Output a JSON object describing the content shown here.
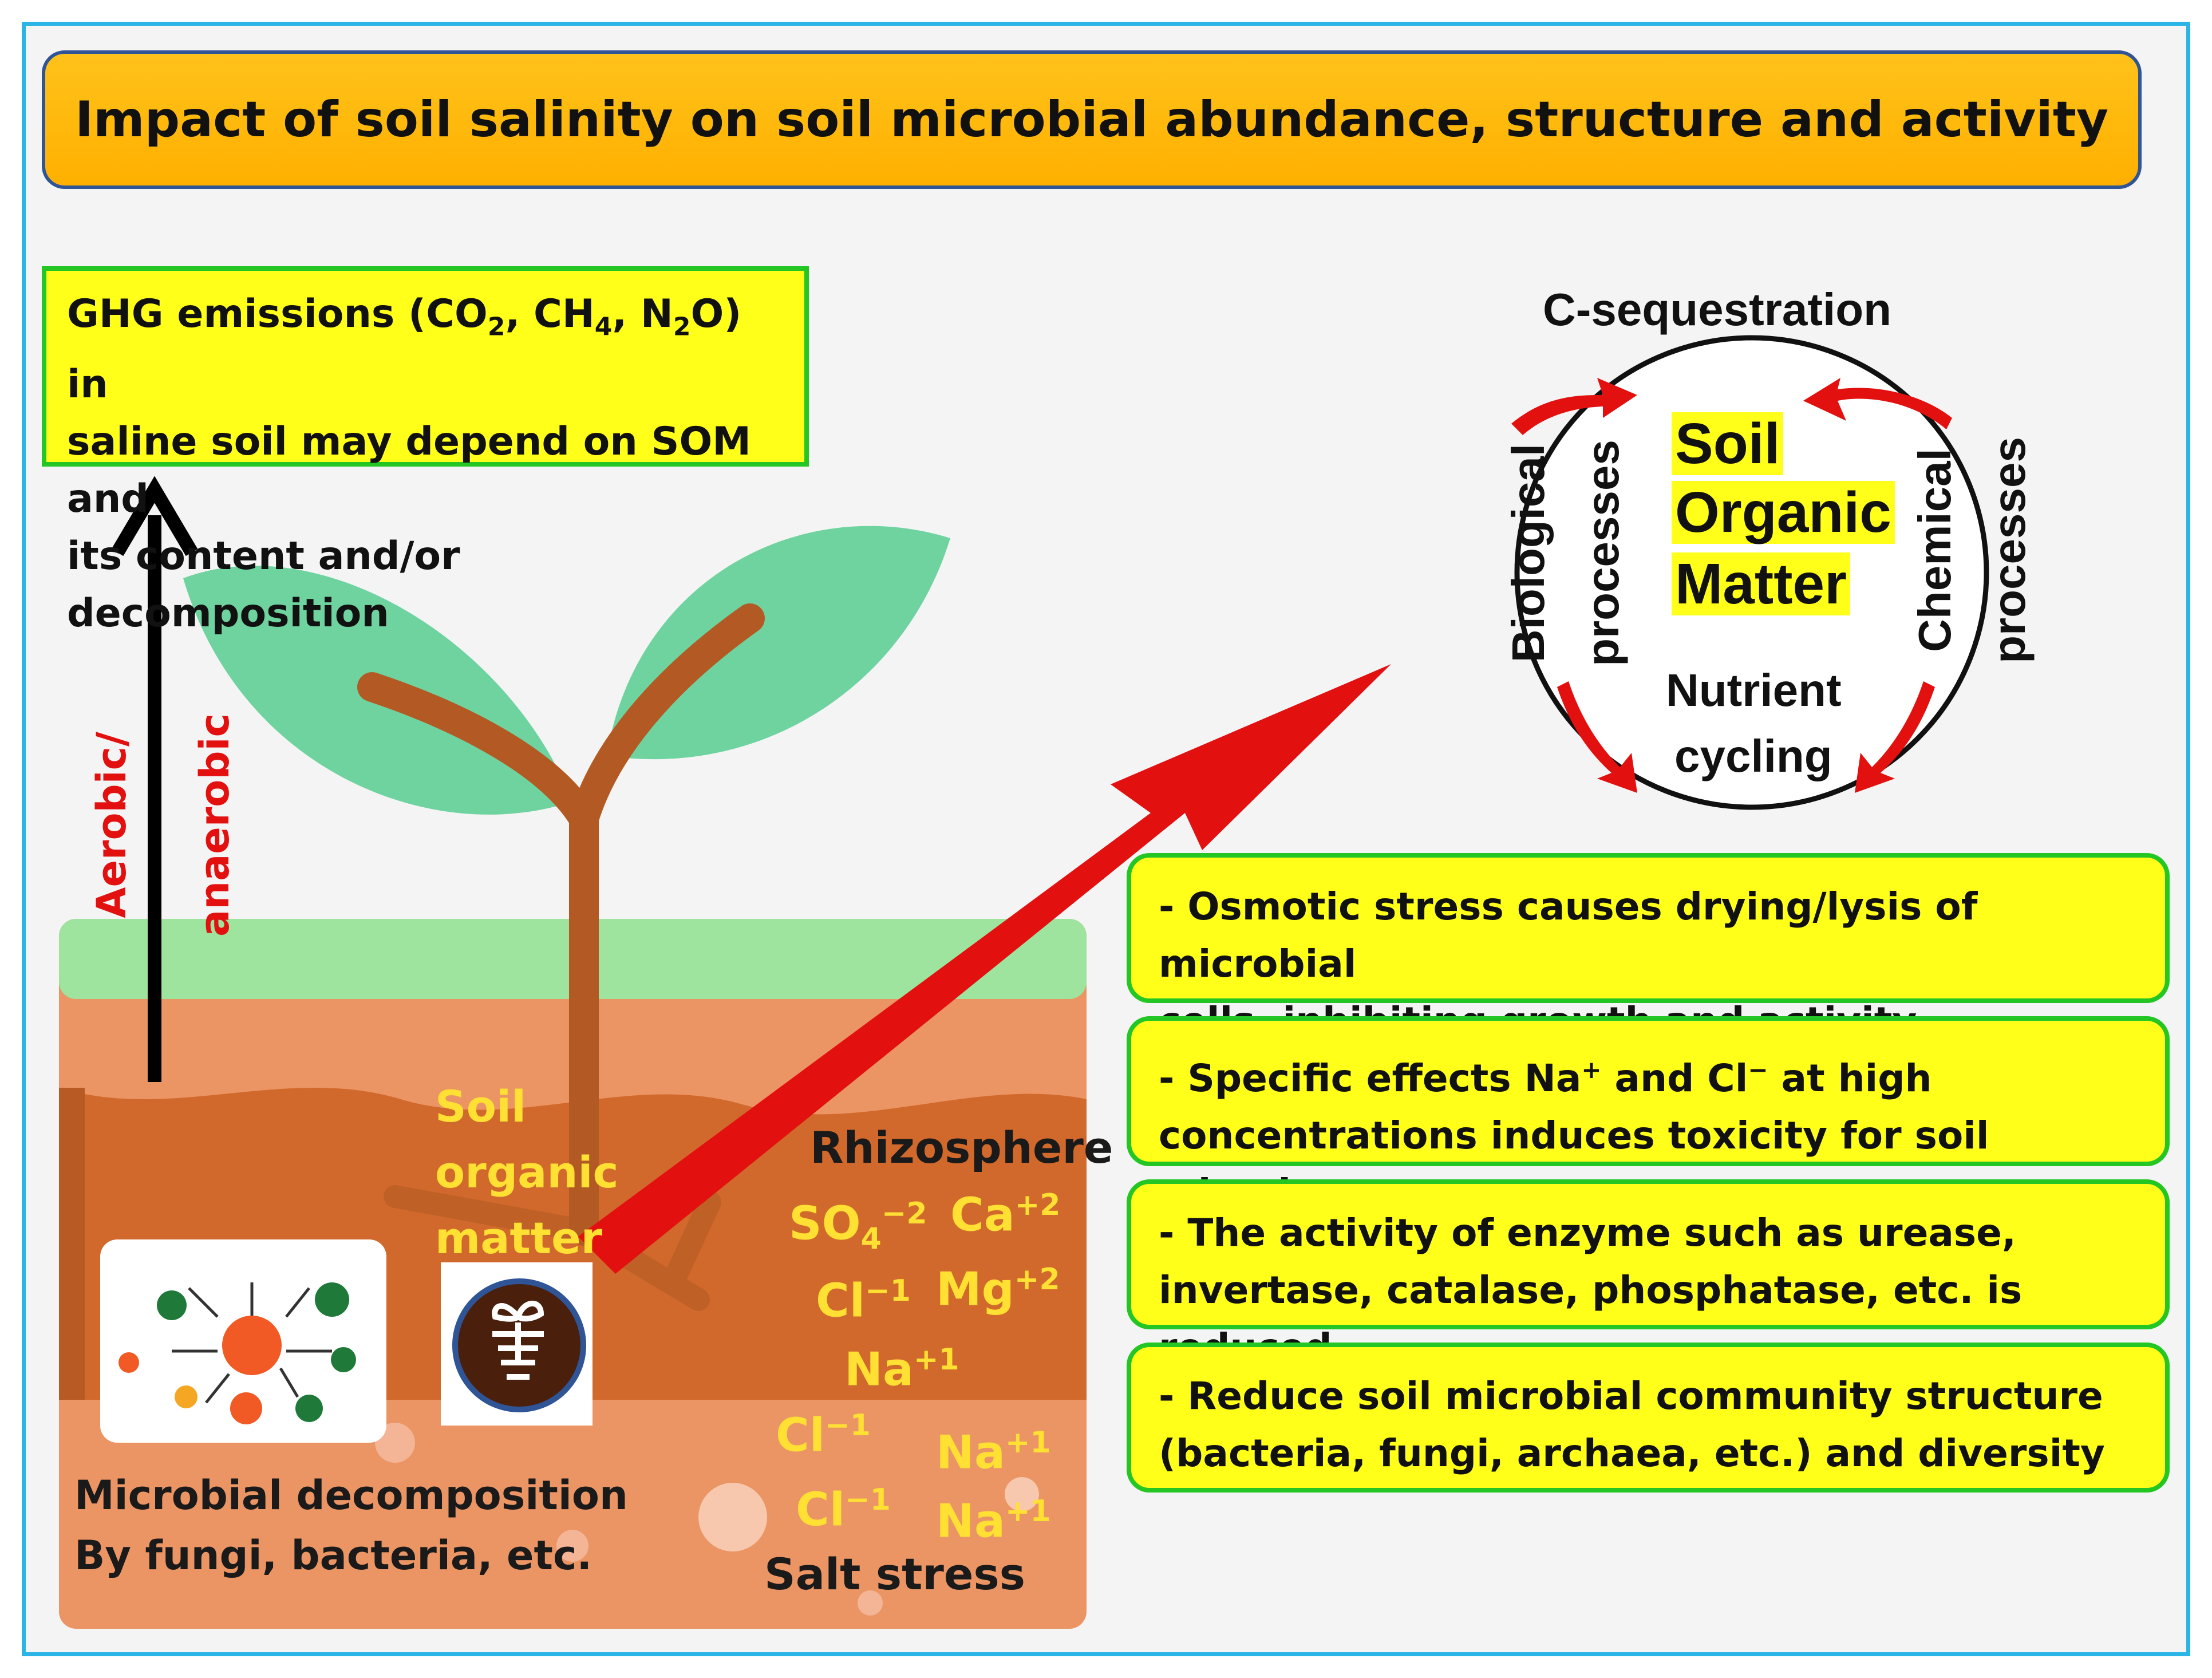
{
  "title": "Impact of soil salinity on soil microbial abundance, structure and activity",
  "ghg": {
    "line1_a": "GHG emissions (CO",
    "line1_b": ", CH",
    "line1_c": ", N",
    "line1_d": "O)  in",
    "sub2": "2",
    "sub4": "4",
    "line2": "saline soil may depend on SOM and",
    "line3": "its content and/or decomposition"
  },
  "arrow_labels": {
    "aerobic": "Aerobic/",
    "anaerobic": "anaerobic"
  },
  "cycle": {
    "top": "C-sequestration",
    "left_1": "Biological",
    "left_2": "processes",
    "right_1": "Chemical",
    "right_2": "processes",
    "bottom_1": "Nutrient",
    "bottom_2": "cycling",
    "center": [
      "Soil",
      "Organic",
      "Matter"
    ]
  },
  "soil_organic_matter": [
    "Soil",
    "organic",
    "matter"
  ],
  "rhizosphere": "Rhizosphere",
  "salt_stress": "Salt stress",
  "microbial": {
    "line1": "Microbial decomposition",
    "line2": "By fungi, bacteria, etc."
  },
  "ions": {
    "so4": "SO",
    "so4_sub": "4",
    "so4_sup": "−2",
    "ca": "Ca",
    "ca_sup": "+2",
    "cl1": "Cl",
    "cl1_sup": "−1",
    "mg": "Mg",
    "mg_sup": "+2",
    "na1": "Na",
    "na1_sup": "+1",
    "cl2": "Cl",
    "cl2_sup": "−1",
    "na2": "Na",
    "na2_sup": "+1",
    "cl3": "Cl",
    "cl3_sup": "−1",
    "na3": "Na",
    "na3_sup": "+1"
  },
  "effects": [
    {
      "line1": "- Osmotic stress causes drying/lysis of microbial",
      "line2": "cells, inhibiting growth and activity"
    },
    {
      "line1_a": "- Specific effects Na",
      "sup_a": "+",
      "line1_b": " and Cl",
      "sup_b": "−",
      "line1_c": " at high",
      "line2": "concentrations induces toxicity for soil microbes"
    },
    {
      "line1": "- The activity of enzyme such as urease,",
      "line2": "invertase, catalase, phosphatase, etc. is reduced"
    },
    {
      "line1": "- Reduce soil microbial community structure",
      "line2": "(bacteria, fungi, archaea, etc.) and diversity"
    }
  ],
  "colors": {
    "frame": "#2bb4e6",
    "title_bg": "#ffb000",
    "box_yellow": "#ffff1a",
    "box_border": "#23c623",
    "soil_top": "#eb9464",
    "soil_mid": "#d2692c",
    "grass": "#9ee39e",
    "leaf": "#6fd3a0",
    "stem": "#b35a24",
    "arrow_red": "#e31010",
    "ion_yellow": "#ffe033"
  }
}
